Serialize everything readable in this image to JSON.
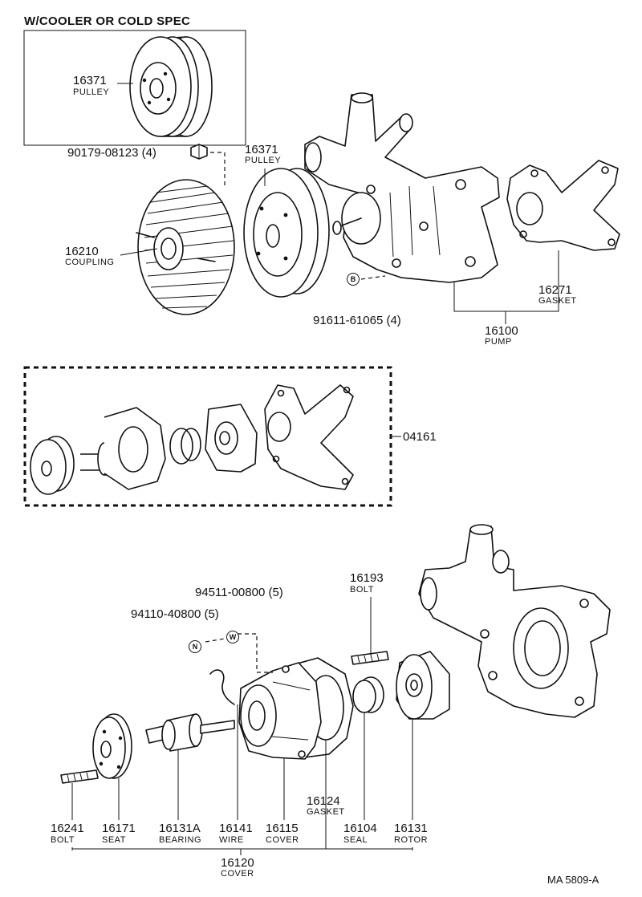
{
  "header": {
    "spec_note": "W/COOLER OR COLD SPEC"
  },
  "footer": {
    "code": "MA 5809-A"
  },
  "callouts": {
    "n": "N",
    "w": "W",
    "b": "B"
  },
  "parts": {
    "pulley_inset": {
      "number": "16371",
      "name": "PULLEY"
    },
    "nut": {
      "number": "90179-08123 (4)"
    },
    "pulley": {
      "number": "16371",
      "name": "PULLEY"
    },
    "coupling": {
      "number": "16210",
      "name": "COUPLING"
    },
    "bolt_b": {
      "number": "91611-61065 (4)"
    },
    "gasket_top": {
      "number": "16271",
      "name": "GASKET"
    },
    "pump": {
      "number": "16100",
      "name": "PUMP"
    },
    "kit": {
      "number": "04161"
    },
    "washer": {
      "number": "94511-00800 (5)"
    },
    "nut_n": {
      "number": "94110-40800 (5)"
    },
    "bolt_stud": {
      "number": "16193",
      "name": "BOLT"
    },
    "gasket_cover": {
      "number": "16124",
      "name": "GASKET"
    },
    "bolt": {
      "number": "16241",
      "name": "BOLT"
    },
    "seat": {
      "number": "16171",
      "name": "SEAT"
    },
    "bearing": {
      "number": "16131A",
      "name": "BEARING"
    },
    "wire": {
      "number": "16141",
      "name": "WIRE"
    },
    "cover": {
      "number": "16115",
      "name": "COVER"
    },
    "seal": {
      "number": "16104",
      "name": "SEAL"
    },
    "rotor": {
      "number": "16131",
      "name": "ROTOR"
    },
    "cover_assy": {
      "number": "16120",
      "name": "COVER"
    }
  }
}
